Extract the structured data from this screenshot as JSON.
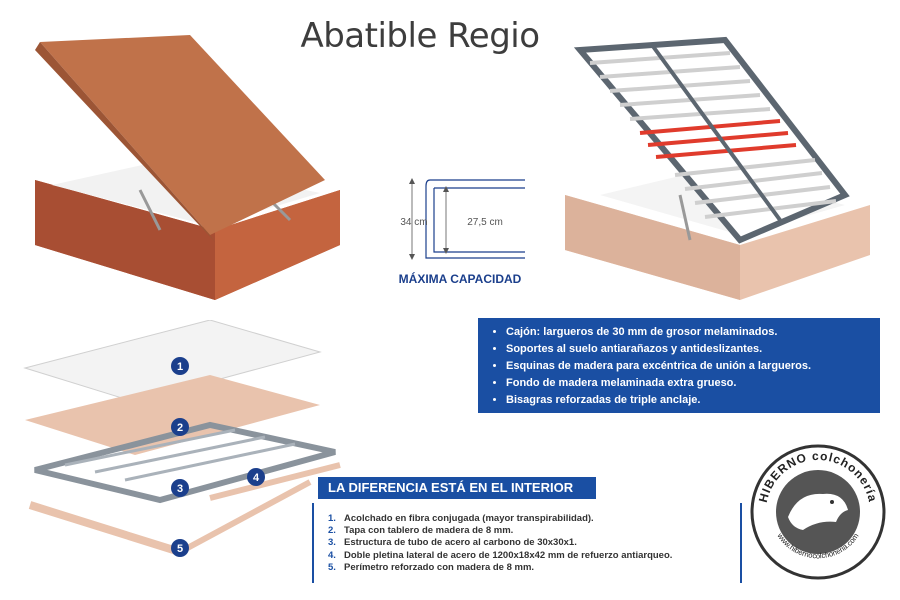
{
  "title": "Abatible Regio",
  "dimensions": {
    "outer": "34 cm",
    "inner": "27,5 cm",
    "caption": "MÁXIMA CAPACIDAD"
  },
  "features": [
    "Cajón: largueros de 30 mm de grosor melaminados.",
    "Soportes al suelo antiarañazos y antideslizantes.",
    "Esquinas de madera para excéntrica de unión a largueros.",
    "Fondo de madera melaminada extra grueso.",
    "Bisagras reforzadas de triple anclaje."
  ],
  "banner": "LA DIFERENCIA ESTÁ EN EL INTERIOR",
  "specs": [
    {
      "num": "1.",
      "text": "Acolchado en fibra conjugada (mayor transpirabilidad)."
    },
    {
      "num": "2.",
      "text": "Tapa con tablero de madera de 8 mm."
    },
    {
      "num": "3.",
      "text": "Estructura de tubo de acero al carbono de 30x30x1."
    },
    {
      "num": "4.",
      "text": "Doble pletina lateral de acero de 1200x18x42 mm de refuerzo antiarqueo."
    },
    {
      "num": "5.",
      "text": "Perímetro reforzado con madera de 8 mm."
    }
  ],
  "layer_badges": [
    "1",
    "2",
    "3",
    "4",
    "5"
  ],
  "logo": {
    "brand": "HIBERNO",
    "sub": "colchonería",
    "url": "www.hibernocolchoneria.com"
  },
  "colors": {
    "accent_blue": "#1a4fa3",
    "wood_dark": "#b8583a",
    "wood_light": "#e9c3ad",
    "lid_brown": "#c0724a"
  }
}
